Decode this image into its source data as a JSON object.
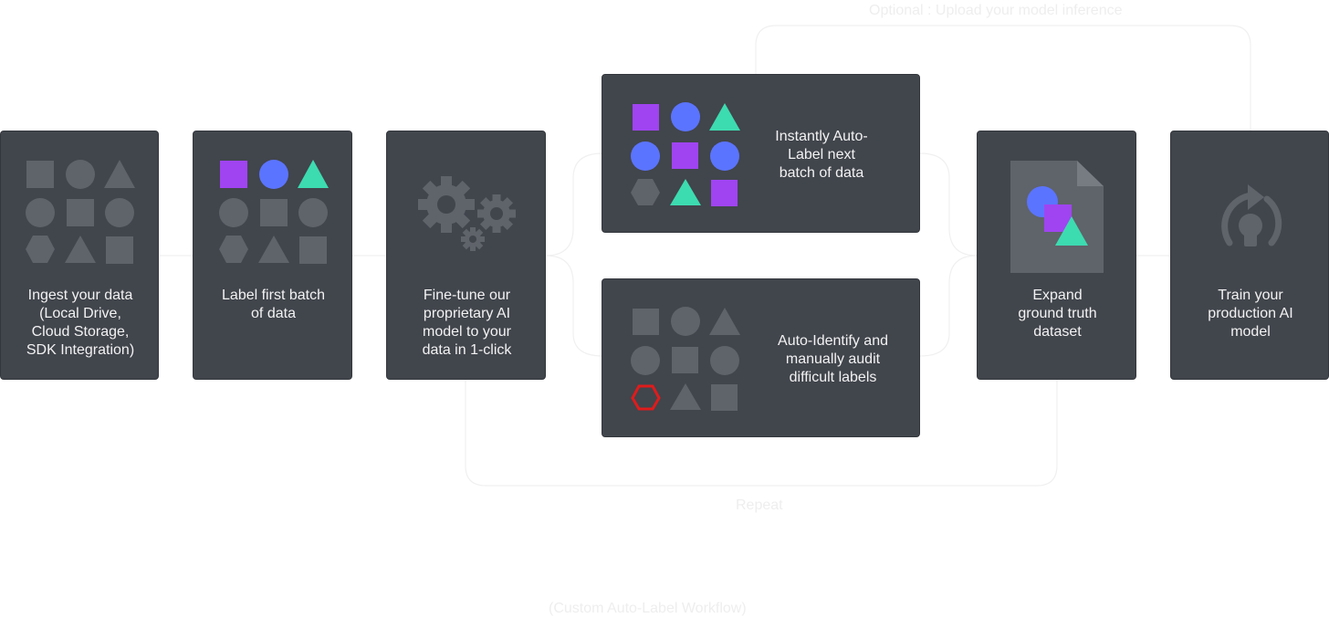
{
  "colors": {
    "card_bg": "#41454c",
    "shape_gray": "#5f636a",
    "purple": "#a044f2",
    "blue": "#5b74ff",
    "teal": "#3ddbb0",
    "red": "#e01b1b",
    "connector": "#f0f0f0"
  },
  "labels": {
    "optional_loop": "Optional : Upload your model inference",
    "repeat_loop": "Repeat",
    "footer": "(Custom Auto-Label Workflow)"
  },
  "steps": [
    {
      "id": "ingest",
      "text": "Ingest your data\n(Local Drive,\nCloud Storage,\nSDK Integration)",
      "icon": "unlabeled-shapes-icon"
    },
    {
      "id": "label-first",
      "text": "Label first batch\nof data",
      "icon": "partially-labeled-shapes-icon"
    },
    {
      "id": "fine-tune",
      "text": "Fine-tune our\nproprietary AI\nmodel to your\ndata in 1-click",
      "icon": "gears-icon"
    },
    {
      "id": "auto-label",
      "text": "Instantly Auto-\nLabel next\nbatch of data",
      "icon": "fully-labeled-shapes-icon"
    },
    {
      "id": "auto-identify",
      "text": "Auto-Identify and\nmanually audit\ndifficult labels",
      "icon": "flagged-shapes-icon"
    },
    {
      "id": "expand",
      "text": "Expand\nground truth\ndataset",
      "icon": "dataset-document-icon"
    },
    {
      "id": "train",
      "text": "Train your\nproduction AI\nmodel",
      "icon": "training-lightbulb-icon"
    }
  ]
}
